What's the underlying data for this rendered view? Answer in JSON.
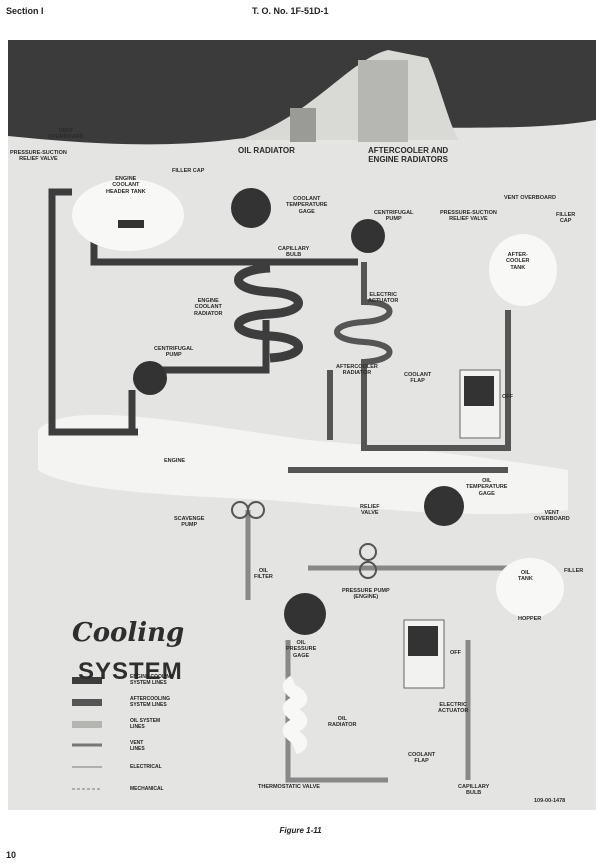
{
  "header": {
    "section": "Section I",
    "to_number": "T. O. No. 1F-51D-1"
  },
  "figure": {
    "title_script": "Cooling",
    "title_block": "SYSTEM",
    "labels": {
      "vent_overboard_1": "VENT\nOVERBOARD",
      "pressure_suction_relief": "PRESSURE-SUCTION\nRELIEF VALVE",
      "filler_cap_1": "FILLER CAP",
      "header_tank": "ENGINE\nCOOLANT\nHEADER TANK",
      "oil_radiator_top": "OIL RADIATOR",
      "aftercooler_engine_radiators": "AFTERCOOLER AND\nENGINE RADIATORS",
      "coolant_temp_gage": "COOLANT\nTEMPERATURE\nGAGE",
      "centrifugal_pump_1": "CENTRIFUGAL\nPUMP",
      "vent_overboard_2": "VENT OVERBOARD",
      "pressure_suction_relief_2": "PRESSURE-SUCTION\nRELIEF VALVE",
      "filler_cap_2": "FILLER\nCAP",
      "capillary_bulb_1": "CAPILLARY\nBULB",
      "aftercooler_tank": "AFTER-\nCOOLER\nTANK",
      "engine_coolant_radiator": "ENGINE\nCOOLANT\nRADIATOR",
      "electric_actuator_1": "ELECTRIC\nACTUATOR",
      "centrifugal_pump_2": "CENTRIFUGAL\nPUMP",
      "aftercooler_radiator": "AFTERCOOLER\nRADIATOR",
      "coolant_flap_1": "COOLANT\nFLAP",
      "off_1": "OFF",
      "engine": "ENGINE",
      "oil_temp_gage": "OIL\nTEMPERATURE\nGAGE",
      "scavenge_pump": "SCAVENGE\nPUMP",
      "relief_valve": "RELIEF\nVALVE",
      "vent_overboard_3": "VENT\nOVERBOARD",
      "oil_filter": "OIL\nFILTER",
      "pressure_pump": "PRESSURE PUMP\n(ENGINE)",
      "oil_tank": "OIL\nTANK",
      "filler": "FILLER",
      "hopper": "HOPPER",
      "oil_pressure_gage": "OIL\nPRESSURE\nGAGE",
      "off_2": "OFF",
      "oil_radiator": "OIL\nRADIATOR",
      "electric_actuator_2": "ELECTRIC\nACTUATOR",
      "coolant_flap_2": "COOLANT\nFLAP",
      "thermostatic_valve": "THERMOSTATIC VALVE",
      "capillary_bulb_2": "CAPILLARY\nBULB",
      "ref_number": "109-00-1478"
    },
    "legend": [
      {
        "label": "ENGINE COOLING\nSYSTEM LINES"
      },
      {
        "label": "AFTERCOOLING\nSYSTEM LINES"
      },
      {
        "label": "OIL SYSTEM\nLINES"
      },
      {
        "label": "VENT\nLINES"
      },
      {
        "label": "ELECTRICAL"
      },
      {
        "label": "MECHANICAL"
      }
    ]
  },
  "caption": "Figure 1-11",
  "page_number": "10"
}
